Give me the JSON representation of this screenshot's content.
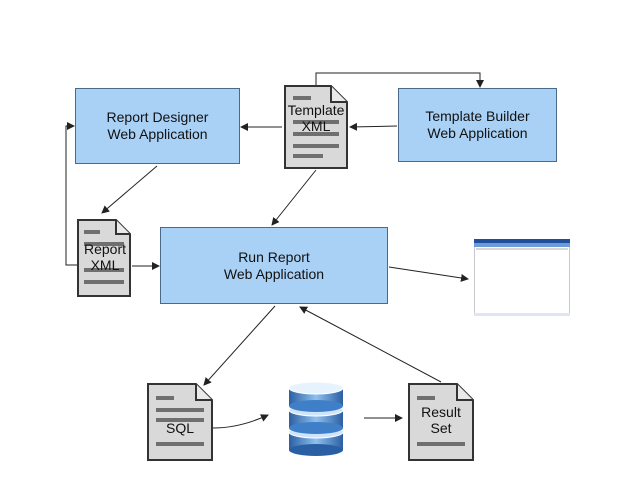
{
  "nodes": {
    "report_designer": {
      "line1": "Report Designer",
      "line2": "Web Application"
    },
    "template_builder": {
      "line1": "Template Builder",
      "line2": "Web Application"
    },
    "run_report": {
      "line1": "Run Report",
      "line2": "Web Application"
    },
    "template_xml": {
      "line1": "Template",
      "line2": "XML"
    },
    "report_xml": {
      "line1": "Report",
      "line2": "XML"
    },
    "sql": {
      "label": "SQL"
    },
    "result_set": {
      "line1": "Result",
      "line2": "Set"
    },
    "database": {
      "icon": "database-icon"
    },
    "output_report": {
      "icon": "report-window-thumbnail"
    }
  },
  "colors": {
    "box_fill": "#a9d1f5",
    "box_border": "#4a6a8a",
    "doc_fill": "#d9d9d9",
    "doc_lines": "#6f6f6f",
    "db_blue": "#3f7fc7"
  }
}
